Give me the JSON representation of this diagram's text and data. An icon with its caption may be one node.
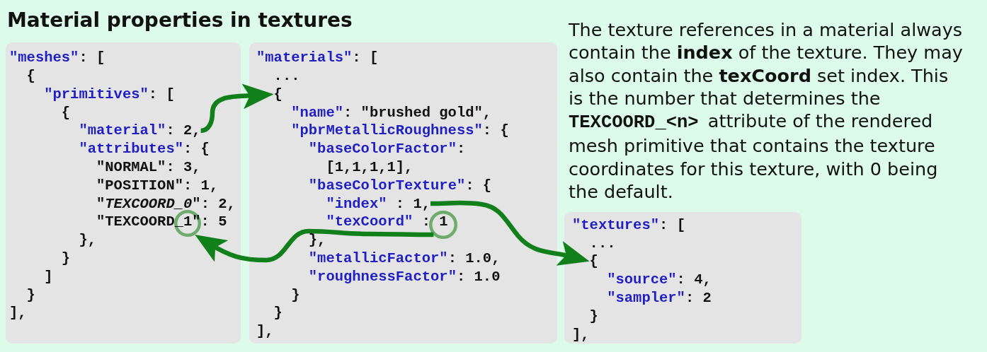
{
  "diagram": {
    "title": "Material properties in textures",
    "nodes": [
      {
        "text": [
          "\"meshes\": [",
          "{",
          "\"primitives\": [",
          "{",
          "\"attributes\": {",
          "\"NORMAL\": 3,",
          "\"POSITION\": 1,",
          "\"*TEXCOORD_0*\": 2,",
          "\"TEXCOORD_1\": 5",
          "},",
          "}",
          "]",
          "}",
          "],"
        ]
      },
      {
        "text": [
          "\"material\": 2,"
        ],
        "in": 0
      },
      {
        "text": [],
        "shape": "circle",
        "in": 0
      },
      {
        "text": [
          "\"materials\": [",
          "...",
          "\"name\": \"brushed gold\",",
          "\"pbrMetallicRoughness\": {",
          "\"baseColorFactor\":",
          "[1,1,1,1],",
          "\"baseColorTexture\": {",
          "\"texCoord\" : 1",
          "},",
          "\"metallicFactor\": 1.0,",
          "\"roughnessFactor\": 1.0",
          "}",
          "}",
          "],"
        ]
      },
      {
        "text": [
          "{"
        ],
        "in": 3
      },
      {
        "text": [
          "\"index\" : 1,"
        ],
        "in": 3
      },
      {
        "text": [],
        "shape": "circle",
        "in": 3
      },
      {
        "text": [
          "\"textures\": [",
          "...",
          "\"source\": 4,",
          "\"sampler\": 2",
          "}",
          "],"
        ]
      },
      {
        "text": [
          "{"
        ],
        "in": 7
      }
    ],
    "edges": [
      {
        "from": 1,
        "to": 4,
        "arrow": "to"
      },
      {
        "from": 5,
        "to": 8,
        "arrow": "to"
      },
      {
        "from": 6,
        "to": 2,
        "arrow": "to"
      }
    ],
    "labels": [
      "The texture references in a material always contain the **index** of the texture. They may also contain the **texCoord** set index. This is the number that determines the **TEXCOORD_<n>** attribute of the rendered mesh primitive that contains the texture coordinates for this texture, with 0 being the default."
    ]
  }
}
